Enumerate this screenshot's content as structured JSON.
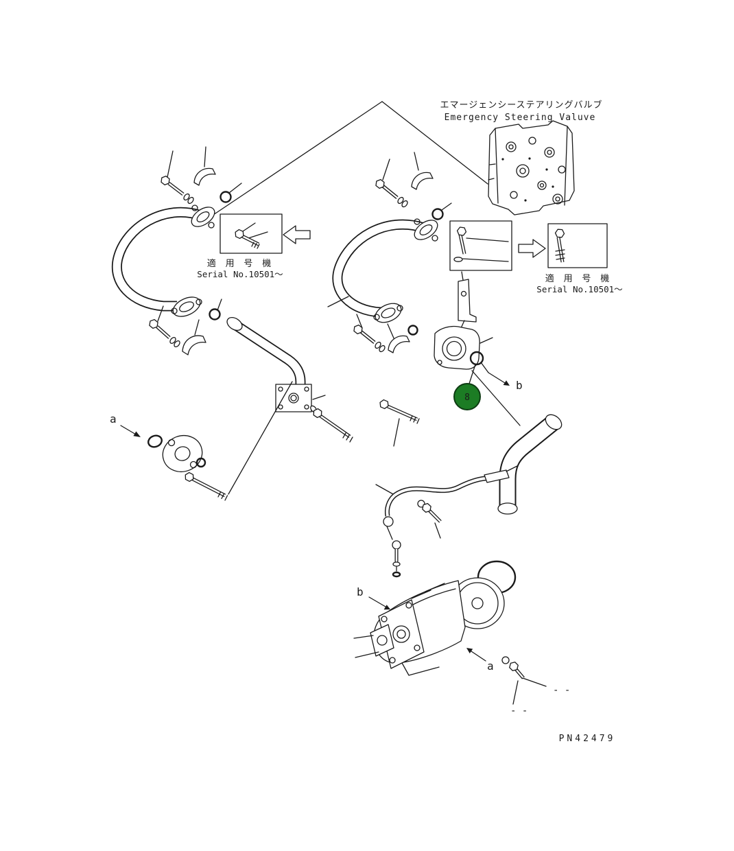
{
  "diagram": {
    "title_jp": "エマージェンシーステアリングバルブ",
    "title_en": "Emergency Steering  Valuve",
    "serial_callout_left": {
      "line1": "適 用 号 機",
      "line2": "Serial No.10501～"
    },
    "serial_callout_right": {
      "line1": "適 用 号 機",
      "line2": "Serial No.10501～"
    },
    "badge_8": "8",
    "ref_a_upper": "a",
    "ref_b_upper": "b",
    "ref_a_lower": "a",
    "ref_b_lower": "b",
    "continuation_dash_1": "- -",
    "continuation_dash_2": "- -",
    "drawing_number": "PN42479"
  },
  "colors": {
    "line": "#1a1a1a",
    "background": "#ffffff",
    "badge_fill": "#1c7c24",
    "badge_ring": "#0d3b12",
    "badge_text": "#ffffff"
  }
}
